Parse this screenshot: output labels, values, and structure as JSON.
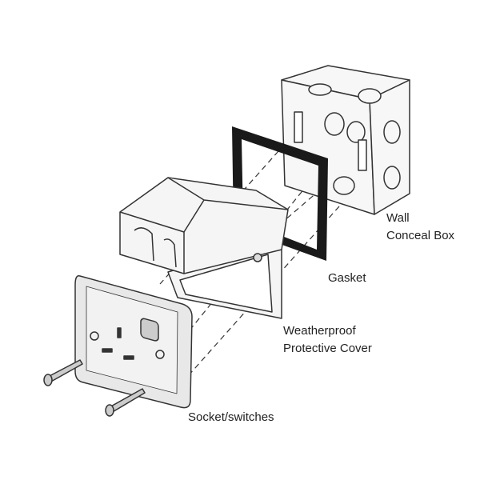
{
  "labels": {
    "wall_box": [
      "Wall",
      "Conceal Box"
    ],
    "gasket": "Gasket",
    "cover": [
      "Weatherproof",
      "Protective Cover"
    ],
    "socket": "Socket/switches"
  },
  "colors": {
    "line": "#333333",
    "gasket": "#1a1a1a",
    "fill": "#f4f4f4",
    "plate": "#e6e6e6"
  }
}
